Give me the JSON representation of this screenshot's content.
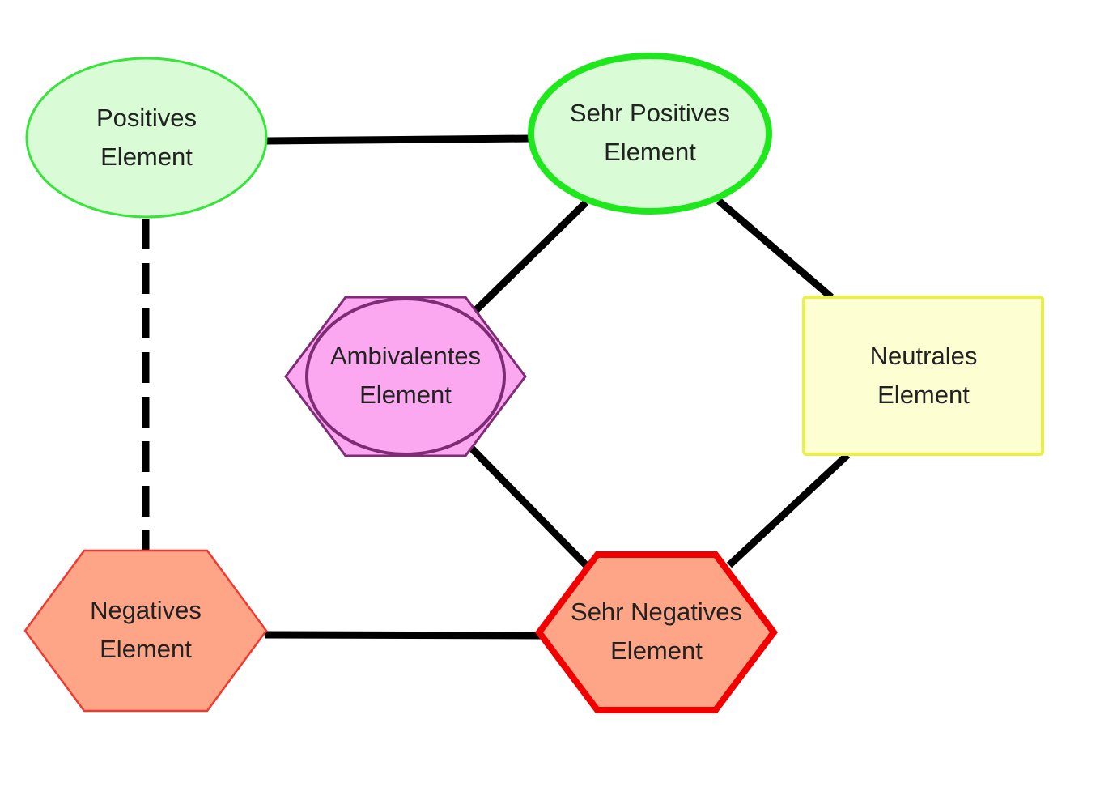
{
  "colors": {
    "positive_fill": "#d9fbd5",
    "positive_stroke": "#37e43a",
    "very_positive_stroke": "#1ee81c",
    "ambivalent_fill": "#fca8f1",
    "ambivalent_stroke": "#7d2c75",
    "neutral_fill": "#fdffd3",
    "neutral_stroke": "#e6f047",
    "negative_fill": "#fda586",
    "negative_stroke": "#f03a30",
    "very_negative_stroke": "#f20000",
    "edge": "#000000"
  },
  "nodes": {
    "positive": {
      "line1": "Positives",
      "line2": "Element"
    },
    "very_positive": {
      "line1": "Sehr Positives",
      "line2": "Element"
    },
    "ambivalent": {
      "line1": "Ambivalentes",
      "line2": "Element"
    },
    "neutral": {
      "line1": "Neutrales",
      "line2": "Element"
    },
    "negative": {
      "line1": "Negatives",
      "line2": "Element"
    },
    "very_negative": {
      "line1": "Sehr Negatives",
      "line2": "Element"
    }
  },
  "edges": [
    {
      "from": "positive",
      "to": "very_positive",
      "style": "solid"
    },
    {
      "from": "positive",
      "to": "negative",
      "style": "dashed"
    },
    {
      "from": "very_positive",
      "to": "ambivalent",
      "style": "solid"
    },
    {
      "from": "very_positive",
      "to": "neutral",
      "style": "solid"
    },
    {
      "from": "ambivalent",
      "to": "very_negative",
      "style": "solid"
    },
    {
      "from": "neutral",
      "to": "very_negative",
      "style": "solid"
    },
    {
      "from": "negative",
      "to": "very_negative",
      "style": "solid"
    }
  ]
}
